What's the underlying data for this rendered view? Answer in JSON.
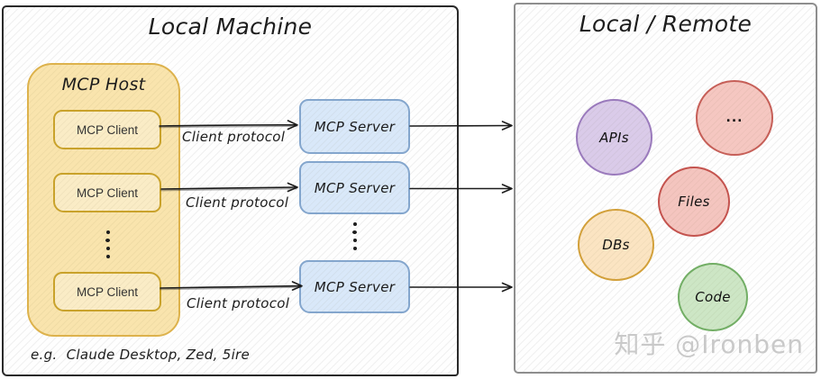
{
  "palette": {
    "host_fill": "#f9e4ad",
    "host_border": "#ddb24c",
    "client_fill": "#faecc6",
    "client_border": "#c9a22b",
    "server_fill": "#d9e8f9",
    "server_border": "#84a6cd",
    "ink": "#1d1d1d",
    "watermark_color": "#c9c9c9"
  },
  "left_panel": {
    "title": "Local Machine",
    "host": {
      "label": "MCP Host",
      "clients": [
        {
          "label": "MCP Client"
        },
        {
          "label": "MCP Client"
        },
        {
          "label": "MCP Client"
        }
      ]
    },
    "note": "e.g.  Claude Desktop, Zed, 5ire"
  },
  "protocol_labels": [
    {
      "label": "Client protocol"
    },
    {
      "label": "Client protocol"
    },
    {
      "label": "Client protocol"
    }
  ],
  "servers": [
    {
      "label": "MCP Server"
    },
    {
      "label": "MCP Server"
    },
    {
      "label": "MCP Server"
    }
  ],
  "right_panel": {
    "title": "Local / Remote",
    "resources": [
      {
        "label": "APIs",
        "fill": "#dacbe9",
        "border": "#9a7abc"
      },
      {
        "label": "...",
        "fill": "#f5c7c1",
        "border": "#c65f58"
      },
      {
        "label": "Files",
        "fill": "#f4c5bf",
        "border": "#c4534e"
      },
      {
        "label": "DBs",
        "fill": "#fbe4c2",
        "border": "#d2a03a"
      },
      {
        "label": "Code",
        "fill": "#cde6c5",
        "border": "#72ae65"
      }
    ]
  },
  "watermark": "知乎 @Ironben"
}
